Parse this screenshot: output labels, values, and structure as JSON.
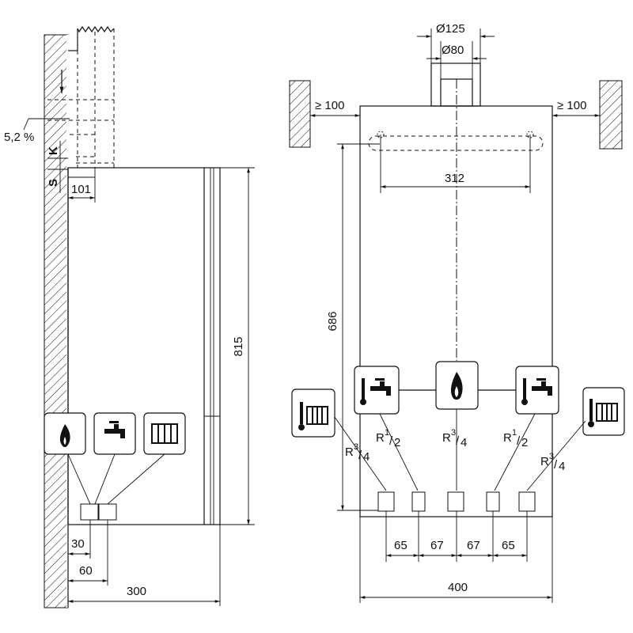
{
  "side_view": {
    "flue_slope": "5,2 %",
    "label_k": "K",
    "label_s": "S",
    "dim_flue_offset": "101",
    "dim_height": "815",
    "dim_pipe1": "30",
    "dim_pipe2": "60",
    "dim_depth": "300"
  },
  "front_view": {
    "dim_outer_flue": "Ø125",
    "dim_inner_flue": "Ø80",
    "clear_left": "≥ 100",
    "clear_right": "≥ 100",
    "dim_bracket": "312",
    "dim_bracket_height": "686",
    "dim_spacing_1": "65",
    "dim_spacing_2": "67",
    "dim_spacing_3": "67",
    "dim_spacing_4": "65",
    "dim_width": "400"
  },
  "connections": [
    {
      "label": "R",
      "size_num": "3",
      "size_den": "4",
      "icon": "radiator-flow-icon"
    },
    {
      "label": "R",
      "size_num": "1",
      "size_den": "2",
      "icon": "hot-water-tap-icon"
    },
    {
      "label": "R",
      "size_num": "3",
      "size_den": "4",
      "icon": "gas-flame-icon"
    },
    {
      "label": "R",
      "size_num": "1",
      "size_den": "2",
      "icon": "cold-water-tap-icon"
    },
    {
      "label": "R",
      "size_num": "3",
      "size_den": "4",
      "icon": "radiator-return-icon"
    }
  ]
}
